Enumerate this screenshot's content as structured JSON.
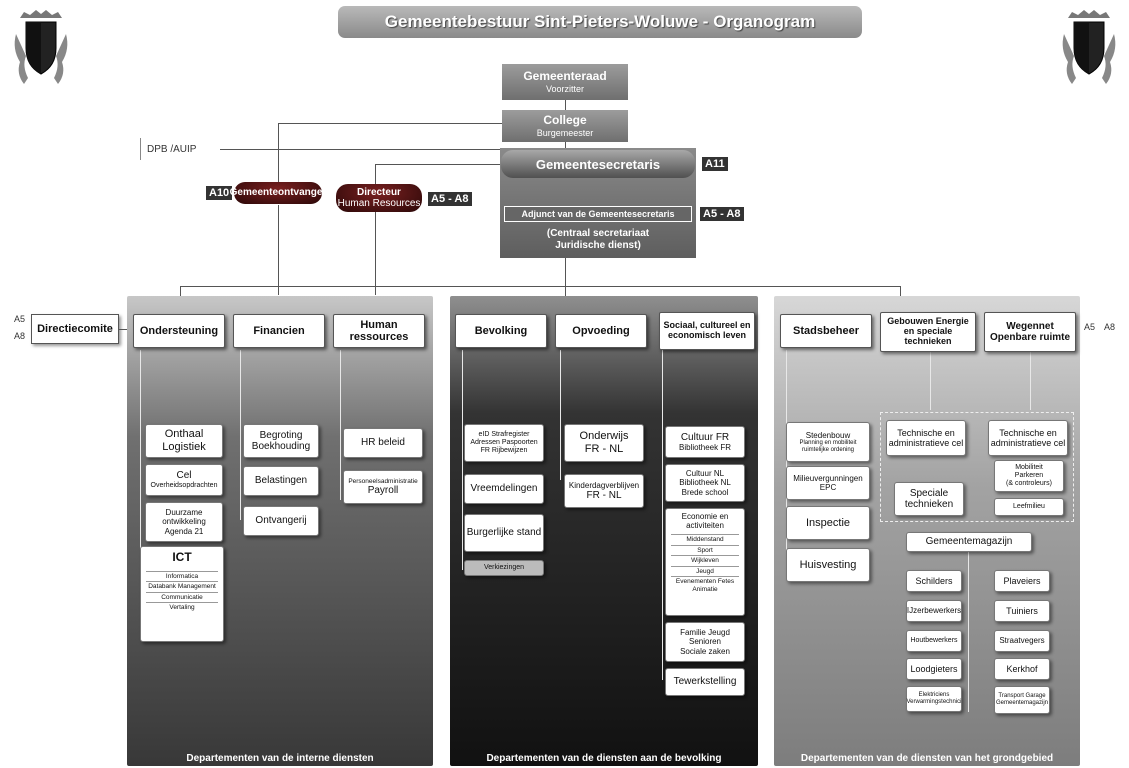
{
  "title": "Gemeentebestuur Sint-Pieters-Woluwe - Organogram",
  "top": {
    "gemeenteraad": {
      "name": "Gemeenteraad",
      "sub": "Voorzitter"
    },
    "college": {
      "name": "College",
      "sub": "Burgemeester"
    },
    "dpb": "DPB /AUIP",
    "secretaris": "Gemeentesecretaris",
    "secretaris_grade": "A11",
    "ontvanger": "Gemeenteontvanger",
    "ontvanger_grade": "A10",
    "hr_director": {
      "line1": "Directeur",
      "line2": "Human Resources"
    },
    "hr_grade": "A5 - A8",
    "adjunct": "Adjunct van de Gemeentesecretaris",
    "adjunct_grade": "A5 - A8",
    "centraal": {
      "line1": "(Centraal secretariaat",
      "line2": "Juridische dienst)"
    }
  },
  "directiecomite": {
    "label": "Directiecomite",
    "grade_top": "A5",
    "grade_bottom": "A8"
  },
  "grade_right": {
    "a": "A5",
    "b": "A8"
  },
  "panels": {
    "interne": {
      "footer": "Departementen van de interne diensten",
      "heads": [
        "Ondersteuning",
        "Financien",
        "Human ressources"
      ],
      "ondersteuning": [
        {
          "l1": "Onthaal",
          "l2": "Logistiek"
        },
        {
          "l1": "Cel",
          "l2": "Overheidsopdrachten"
        },
        {
          "l1": "Duurzame",
          "l2": "ontwikkeling",
          "l3": "Agenda 21"
        }
      ],
      "ict": {
        "title": "ICT",
        "items": [
          "Informatica",
          "Databank Management",
          "Communicatie",
          "Vertaling"
        ]
      },
      "financien": [
        {
          "l1": "Begroting",
          "l2": "Boekhouding"
        },
        {
          "l1": "Belastingen"
        },
        {
          "l1": "Ontvangerij"
        }
      ],
      "hr": [
        {
          "l1": "HR beleid"
        },
        {
          "l1": "Personeelsadministratie",
          "l2": "Payroll"
        }
      ]
    },
    "bevolking": {
      "footer": "Departementen van de diensten aan de bevolking",
      "heads": [
        "Bevolking",
        "Opvoeding",
        "Sociaal, cultureel en economisch leven"
      ],
      "bevolking": [
        {
          "l1": "eID Strafregister",
          "l2": "Adressen Paspoorten",
          "l3": "FR Rijbewijzen"
        },
        {
          "l1": "Vreemdelingen"
        },
        {
          "l1": "Burgerlijke stand"
        },
        {
          "l1": "Verkiezingen"
        }
      ],
      "opvoeding": [
        {
          "l1": "Onderwijs",
          "l2": "FR - NL"
        },
        {
          "l1": "Kinderdagverblijven",
          "l2": "FR - NL"
        }
      ],
      "sociaal": [
        {
          "l1": "Cultuur FR",
          "l2": "Bibliotheek FR"
        },
        {
          "l1": "Cultuur NL",
          "l2": "Bibliotheek NL",
          "l3": "Brede school"
        }
      ],
      "economie": {
        "title": "Economie en activiteiten",
        "items": [
          "Middenstand",
          "Sport",
          "Wijkleven",
          "Jeugd",
          "Evenementen Fetes Animatie"
        ]
      },
      "familie": {
        "l1": "Familie Jeugd",
        "l2": "Senioren",
        "l3": "Sociale zaken"
      },
      "tewerkstelling": "Tewerkstelling"
    },
    "grond": {
      "footer": "Departementen van de diensten van het grondgebied",
      "heads": [
        "Stadsbeheer",
        "Gebouwen Energie en speciale technieken",
        "Wegennet Openbare ruimte"
      ],
      "stadsbeheer": [
        {
          "l1": "Stedenbouw",
          "l2": "Planning en mobiliteit ruimtelijke ordening"
        },
        {
          "l1": "Milieuvergunningen",
          "l2": "EPC"
        },
        {
          "l1": "Inspectie"
        },
        {
          "l1": "Huisvesting"
        }
      ],
      "tech1": {
        "l1": "Technische en",
        "l2": "administratieve cel"
      },
      "tech2": {
        "l1": "Technische en",
        "l2": "administratieve cel"
      },
      "speciale": {
        "l1": "Speciale",
        "l2": "technieken"
      },
      "mobiliteit": {
        "l1": "Mobiliteit",
        "l2": "Parkeren",
        "l3": "(& controleurs)"
      },
      "leefmilieu": "Leefmilieu",
      "magazijn": "Gemeentemagazijn",
      "left_col": [
        "Schilders",
        "IJzerbewerkers",
        "Houtbewerkers",
        "Loodgieters",
        "Elektriciens Verwarmingstechnici"
      ],
      "right_col": [
        "Plaveiers",
        "Tuiniers",
        "Straatvegers",
        "Kerkhof",
        "Transport Garage Gemeentemagazijn"
      ]
    }
  }
}
